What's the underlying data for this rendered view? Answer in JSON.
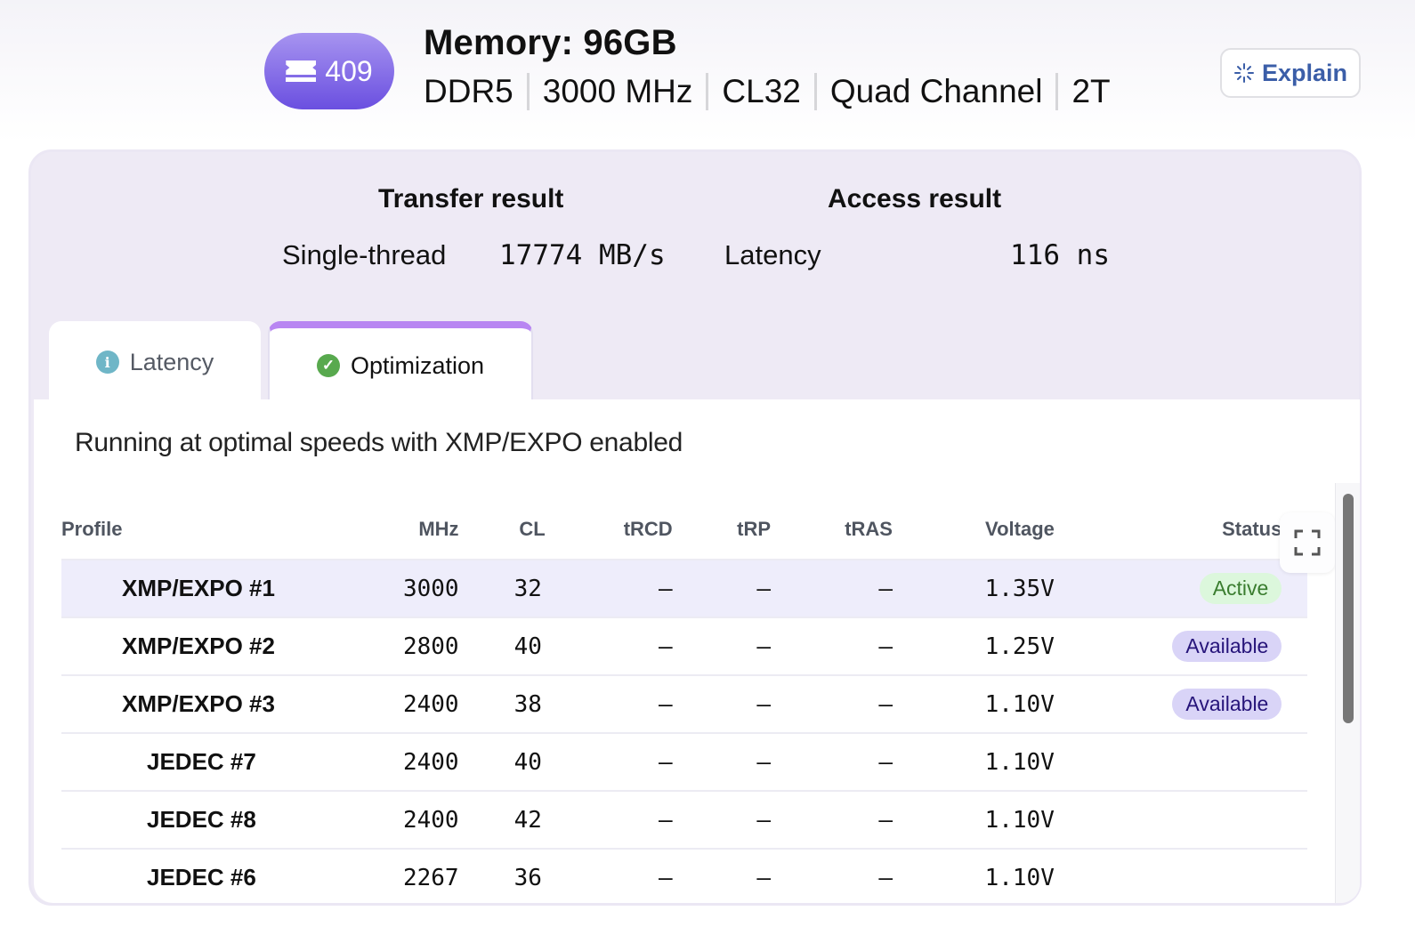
{
  "header": {
    "score": "409",
    "score_icon": "memory-chip-icon",
    "title": "Memory: 96GB",
    "specs": [
      "DDR5",
      "3000 MHz",
      "CL32",
      "Quad Channel",
      "2T"
    ],
    "explain_label": "Explain",
    "explain_icon": "sparkle-icon"
  },
  "results": {
    "transfer_title": "Transfer result",
    "transfer_label": "Single-thread",
    "transfer_value": "17774 MB/s",
    "access_title": "Access result",
    "access_label": "Latency",
    "access_value": "116 ns"
  },
  "tabs": [
    {
      "label": "Latency",
      "icon": "info-icon",
      "active": false
    },
    {
      "label": "Optimization",
      "icon": "check-circle-icon",
      "active": true
    }
  ],
  "panel": {
    "message": "Running at optimal speeds with XMP/EXPO enabled"
  },
  "table": {
    "columns": [
      "Profile",
      "MHz",
      "CL",
      "tRCD",
      "tRP",
      "tRAS",
      "Voltage",
      "Status"
    ],
    "rows": [
      {
        "profile": "XMP/EXPO #1",
        "mhz": "3000",
        "cl": "32",
        "trcd": "–",
        "trp": "–",
        "tras": "–",
        "voltage": "1.35V",
        "status": "Active"
      },
      {
        "profile": "XMP/EXPO #2",
        "mhz": "2800",
        "cl": "40",
        "trcd": "–",
        "trp": "–",
        "tras": "–",
        "voltage": "1.25V",
        "status": "Available"
      },
      {
        "profile": "XMP/EXPO #3",
        "mhz": "2400",
        "cl": "38",
        "trcd": "–",
        "trp": "–",
        "tras": "–",
        "voltage": "1.10V",
        "status": "Available"
      },
      {
        "profile": "JEDEC #7",
        "mhz": "2400",
        "cl": "40",
        "trcd": "–",
        "trp": "–",
        "tras": "–",
        "voltage": "1.10V",
        "status": ""
      },
      {
        "profile": "JEDEC #8",
        "mhz": "2400",
        "cl": "42",
        "trcd": "–",
        "trp": "–",
        "tras": "–",
        "voltage": "1.10V",
        "status": ""
      },
      {
        "profile": "JEDEC #6",
        "mhz": "2267",
        "cl": "36",
        "trcd": "–",
        "trp": "–",
        "tras": "–",
        "voltage": "1.10V",
        "status": ""
      }
    ]
  },
  "colors": {
    "accent": "#7b5fe6",
    "tab_active_bar": "#b886f2",
    "active_badge_bg": "#dcf7dc",
    "active_badge_text": "#3a7d2f",
    "available_badge_bg": "#d9d4f7",
    "available_badge_text": "#26147a",
    "explain_text": "#3b5ea8"
  }
}
